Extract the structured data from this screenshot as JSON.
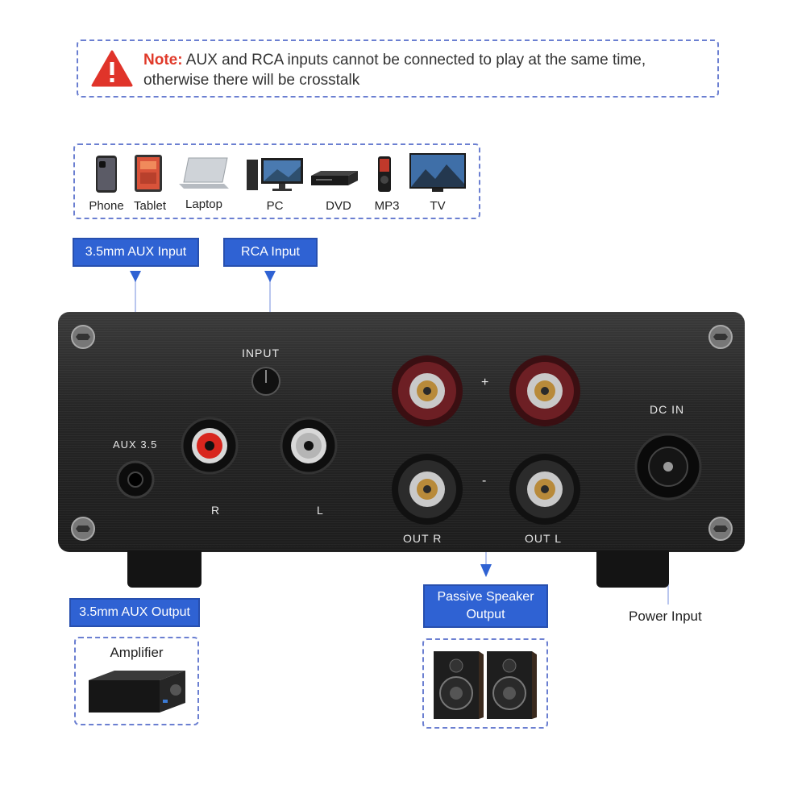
{
  "note": {
    "label": "Note:",
    "text_line1": "AUX and RCA inputs cannot be connected to play at the same time,",
    "text_line2": "otherwise there will be crosstalk",
    "icon": "warning-triangle-icon"
  },
  "devices": [
    {
      "label": "Phone",
      "icon": "phone-icon"
    },
    {
      "label": "Tablet",
      "icon": "tablet-icon"
    },
    {
      "label": "Laptop",
      "icon": "laptop-icon"
    },
    {
      "label": "PC",
      "icon": "pc-icon"
    },
    {
      "label": "DVD",
      "icon": "dvd-player-icon"
    },
    {
      "label": "MP3",
      "icon": "mp3-player-icon"
    },
    {
      "label": "TV",
      "icon": "tv-icon"
    }
  ],
  "callouts": {
    "aux_input": "3.5mm AUX Input",
    "rca_input": "RCA Input",
    "aux_output": "3.5mm AUX Output",
    "speaker_output_line1": "Passive Speaker",
    "speaker_output_line2": "Output",
    "power_input": "Power Input"
  },
  "panel": {
    "input": "INPUT",
    "aux": "AUX 3.5",
    "rca_r": "R",
    "rca_l": "L",
    "plus": "+",
    "minus": "-",
    "out_r": "OUT R",
    "out_l": "OUT L",
    "dc_in": "DC IN"
  },
  "amplifier": {
    "title": "Amplifier"
  },
  "colors": {
    "accent_blue": "#2f62d3",
    "dashed_border": "#6b7fd1",
    "note_red": "#e03a2a"
  }
}
